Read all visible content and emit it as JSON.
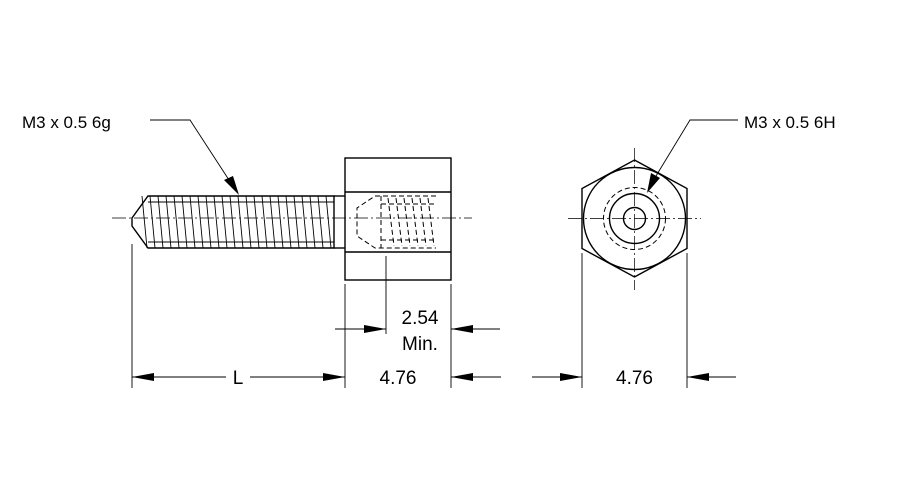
{
  "callouts": {
    "external_thread": "M3 x 0.5 6g",
    "internal_thread": "M3 x 0.5 6H"
  },
  "dimensions": {
    "length": "L",
    "hex_length": "4.76",
    "thread_depth_value": "2.54",
    "thread_depth_qualifier": "Min.",
    "hex_across_flats": "4.76"
  }
}
